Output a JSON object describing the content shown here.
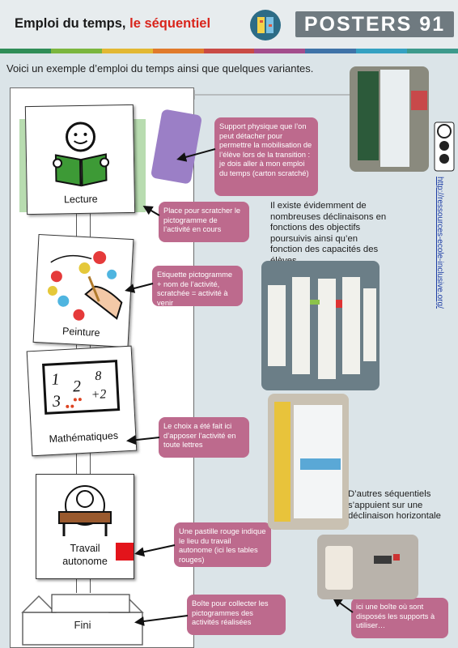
{
  "header": {
    "title_prefix": "Emploi du temps, ",
    "title_accent": "le séquentiel",
    "brand": "POSTERS 91",
    "stripe_colors": [
      "#2f8d57",
      "#7bb63e",
      "#e2b833",
      "#e07a2b",
      "#c94b45",
      "#a34d8c",
      "#3f73a8",
      "#35a1c2",
      "#3d9a8c"
    ]
  },
  "intro": "Voici un exemple d’emploi du temps ainsi que quelques variantes.",
  "schedule": {
    "cards": [
      {
        "label": "Lecture",
        "icon": "reading-person-icon"
      },
      {
        "label": "Peinture",
        "icon": "painting-hand-icon"
      },
      {
        "label": "Mathématiques",
        "icon": "math-board-icon"
      },
      {
        "label_line1": "Travail",
        "label_line2": "autonome",
        "icon": "desk-worker-icon"
      },
      {
        "label": "Fini",
        "icon": "finished-box-icon"
      }
    ],
    "math_board": {
      "line1": "1",
      "line2": "3",
      "a": "2",
      "b": "8",
      "c": "+2"
    }
  },
  "notes": {
    "support": "Support physique que l’on peut détacher pour permettre la mobilisation de l’élève lors de la transition : je dois aller à mon emploi du temps (carton scratché)",
    "scratch": "Place pour scratcher le pictogramme de l’activité en cours",
    "etiquette": "Etiquette pictogramme + nom de l’activité, scratchée = activité à venir",
    "choix": "Le choix a été fait ici d’apposer l’activité en toute lettres",
    "pastille": "Une pastille rouge indique le lieu du travail autonome (ici les tables rouges)",
    "boite": "Boîte pour collecter les pictogrammes des activités réalisées",
    "boite_photo": "ici une boîte où sont disposés les supports à utiliser…"
  },
  "texts": {
    "variantes": "Il existe évidemment de nombreuses déclinaisons en fonctions des objectifs poursuivis ainsi qu’en fonction des capacités des élèves.",
    "horizontal": "D’autres séquentiels s’appuient sur une déclinaison horizontale"
  },
  "side_url": "http://ressources-ecole-inclusive.org/",
  "license_icon": "creative-commons-icon",
  "colors": {
    "accent": "#d9241b",
    "note": "#bd6a8d",
    "brand_bg": "#6f7a80"
  }
}
